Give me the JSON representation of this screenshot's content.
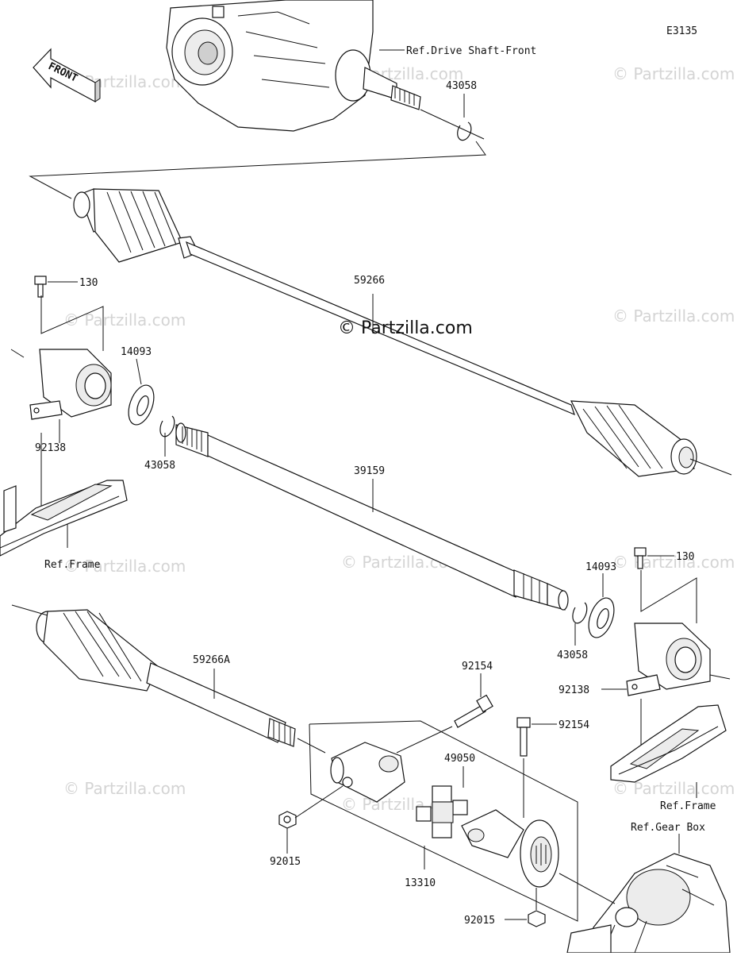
{
  "diagram": {
    "code": "E3135",
    "front_label": "FRONT",
    "copyright": "© Partzilla.com",
    "watermark": "© Partzilla.com",
    "refs": {
      "drive_shaft_front": "Ref.Drive Shaft-Front",
      "frame_left": "Ref.Frame",
      "frame_right": "Ref.Frame",
      "gear_box": "Ref.Gear Box"
    },
    "parts": {
      "p43058_top": "43058",
      "p59266": "59266",
      "p130_left": "130",
      "p14093_left": "14093",
      "p92138_left": "92138",
      "p43058_left": "43058",
      "p39159": "39159",
      "p14093_right": "14093",
      "p130_right": "130",
      "p43058_right": "43058",
      "p92138_right": "92138",
      "p59266A": "59266A",
      "p92154_a": "92154",
      "p92154_b": "92154",
      "p49050": "49050",
      "p92015_left": "92015",
      "p13310": "13310",
      "p92015_bottom": "92015"
    }
  }
}
